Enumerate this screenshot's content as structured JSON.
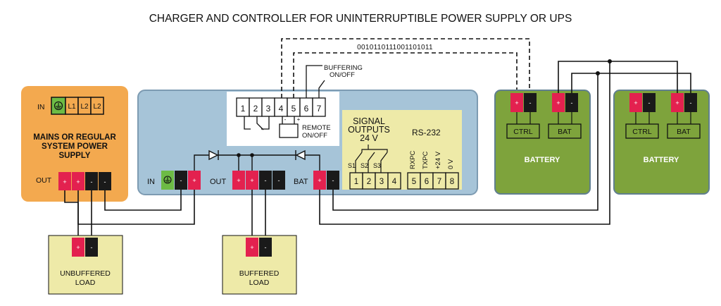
{
  "title": "CHARGER AND CONTROLLER FOR UNINTERRUPTIBLE POWER SUPPLY OR UPS",
  "colors": {
    "mains_fill": "#f3a94f",
    "controller_fill": "#a6c4d8",
    "controller_stroke": "#7d9bb2",
    "battery_fill": "#7ea33c",
    "battery_stroke": "#607f8f",
    "load_fill": "#eeeaa8",
    "signal_panel": "#eeeaa8",
    "positive": "#e3214f",
    "negative": "#1a1a1a",
    "ground": "#6dbb45",
    "wire": "#111111"
  },
  "mains": {
    "in_label": "IN",
    "phases": [
      "L1",
      "L2",
      "L2"
    ],
    "name_lines": [
      "MAINS OR REGULAR",
      "SYSTEM POWER",
      "SUPPLY"
    ],
    "out_label": "OUT",
    "out_terminals": [
      "+",
      "+",
      "-",
      "-"
    ]
  },
  "controller": {
    "data_signal": "0010110111001101011",
    "buffering_lines": [
      "BUFFERING",
      "ON/OFF"
    ],
    "relay_terminals": [
      "1",
      "2",
      "3",
      "4",
      "5",
      "6",
      "7"
    ],
    "remote_polarity": [
      "-",
      "+"
    ],
    "remote_lines": [
      "REMOTE",
      "ON/OFF"
    ],
    "in_label": "IN",
    "out_label": "OUT",
    "bat_label": "BAT",
    "in_terminals": [
      "-",
      "+"
    ],
    "out_terminals": [
      "+",
      "+",
      "-",
      "-"
    ],
    "bat_terminals": [
      "+",
      "-"
    ],
    "signal_title_lines": [
      "SIGNAL",
      "OUTPUTS",
      "24 V"
    ],
    "switches": [
      "S1",
      "S2",
      "S3"
    ],
    "signal_terminals": [
      "1",
      "2",
      "3",
      "4"
    ],
    "rs232_label": "RS-232",
    "rs232_pins": [
      "RXPC",
      "TXPC",
      "+24 V",
      "0 V"
    ],
    "rs232_terminals": [
      "5",
      "6",
      "7",
      "8"
    ]
  },
  "batteries": [
    {
      "name": "BATTERY",
      "ctrl_label": "CTRL",
      "bat_label": "BAT",
      "terminals": [
        "+",
        "-",
        "+",
        "-"
      ]
    },
    {
      "name": "BATTERY",
      "ctrl_label": "CTRL",
      "bat_label": "BAT",
      "terminals": [
        "+",
        "-",
        "+",
        "-"
      ]
    }
  ],
  "loads": [
    {
      "name_lines": [
        "UNBUFFERED",
        "LOAD"
      ],
      "terminals": [
        "+",
        "-"
      ]
    },
    {
      "name_lines": [
        "BUFFERED",
        "LOAD"
      ],
      "terminals": [
        "+",
        "-"
      ]
    }
  ]
}
